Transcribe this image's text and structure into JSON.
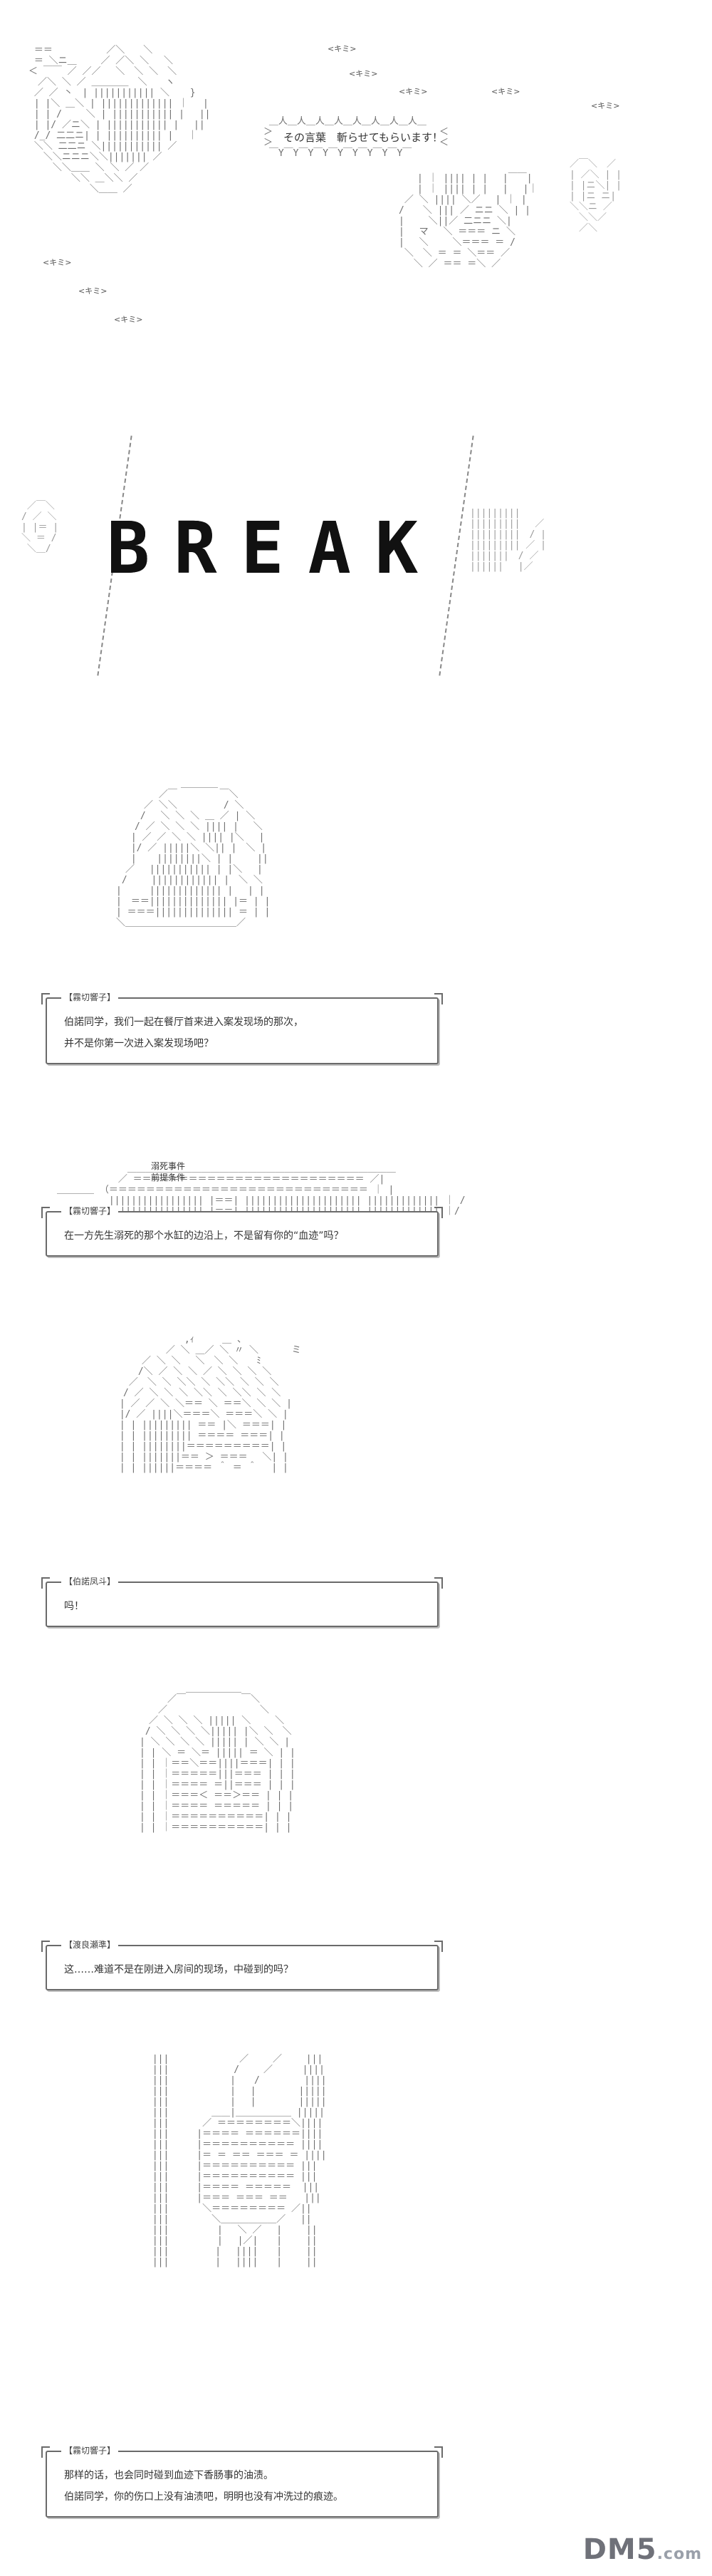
{
  "sfx": {
    "kimi": "<キミ>"
  },
  "speech": {
    "line1": "その言葉　斬らせてもらいます！"
  },
  "break_title": [
    "B",
    "R",
    "E",
    "A",
    "K"
  ],
  "dialogues": [
    {
      "speaker": "【霧切響子】",
      "lines": [
        "伯諾同学，我们一起在餐厅首来进入案发现场的那次，",
        "并不是你第一次进入案发现场吧？"
      ]
    },
    {
      "speaker": "【霧切響子】",
      "lines": [
        "在一方先生溺死的那个水缸的边沿上，不是留有你的“血迹”吗？"
      ]
    },
    {
      "speaker": "【伯諾凤斗】",
      "lines": [
        "吗！"
      ]
    },
    {
      "speaker": "【渡良瀬準】",
      "lines": [
        "这……难道不是在刚进入房间的现场，中碰到的吗？"
      ]
    },
    {
      "speaker": "【霧切響子】",
      "lines": [
        "那样的话，也会同时碰到血迹下香肠事的油渍。",
        "伯諾同学，你的伤口上没有油渍吧，明明也没有冲洗过的痕迹。"
      ]
    }
  ],
  "banner": {
    "line1": "溺死事件",
    "line2": "前提条件"
  },
  "logo": {
    "text": "DM5",
    "suffix": ".com"
  }
}
